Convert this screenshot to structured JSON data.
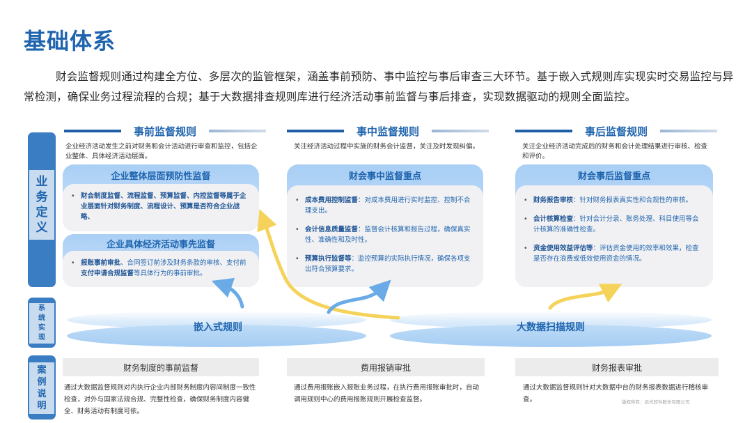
{
  "page": {
    "title": "基础体系",
    "intro": "财会监督规则通过构建全方位、多层次的监管框架，涵盖事前预防、事中监控与事后审查三大环节。基于嵌入式规则库实现实时交易监控与异常检测，确保业务过程流程的合规；基于大数据排查规则库进行经济活动事前监督与事后排查，实现数据驱动的规则全面监控。"
  },
  "side_tabs": {
    "definition": [
      "业",
      "务",
      "定",
      "义"
    ],
    "system": [
      "系",
      "统",
      "实",
      "现"
    ],
    "case": [
      "案",
      "例",
      "说",
      "明"
    ]
  },
  "columns": [
    {
      "header": "事前监督规则",
      "description": "企业经济活动发生之前对财务和会计活动进行审查和监控，包括企业整体、具体经济活动层面。",
      "cards": [
        {
          "title": "企业整体层面预防性监督",
          "bullets": [
            {
              "bold": "财会制度监督、流程监督、预算监督、内控监督等属于企业层面针对财务制度、流程设计、预算是否符合企业战略、",
              "text": ""
            }
          ]
        },
        {
          "title": "企业具体经济活动事先监督",
          "bullets": [
            {
              "bold": "报账事前审批",
              "text": "、合同签订前涉及财务条款的审核、支付前",
              "bold2": "支付申请合规监督",
              "text2": "等具体行为的事前审批。"
            }
          ]
        }
      ],
      "case": {
        "title": "财务制度的事前监督",
        "text": "通过大数据监督规则对内执行企业内部财务制度内容间制度一致性检查，对外与国家法规合规、完整性检查，确保财务制度内容健全、财务活动有制度可依。"
      }
    },
    {
      "header": "事中监督规则",
      "description": "关注经济活动过程中实施的财务会计监督，关注及时发现纠偏。",
      "cards": [
        {
          "title": "财会事中监督重点",
          "bullets": [
            {
              "bold": "成本费用控制监督",
              "text": "：对成本费用进行实时监控、控制不合理支出。"
            },
            {
              "bold": "会计信息质量监督",
              "text": "：监督会计核算和报告过程，确保真实性、准确性和及时性。"
            },
            {
              "bold": "预算执行监督等",
              "text": "：监控预算的实际执行情况，确保各项支出符合预算要求。"
            }
          ]
        }
      ],
      "case": {
        "title": "费用报销审批",
        "text": "通过费用报账嵌入报账业务过程，在执行费用报账审批时，自动调用规则中心的费用报账规则开展检查监督。"
      }
    },
    {
      "header": "事后监督规则",
      "description": "关注企业经济活动完成后的财务和会计处理结果进行审核、检查和评价。",
      "cards": [
        {
          "title": "财会事后监督重点",
          "bullets": [
            {
              "bold": "财务报告审核",
              "text": "：针对财务报表真实性和合规性的审核。"
            },
            {
              "bold": "会计核算检查",
              "text": "：针对会计分录、账务处理、科目使用等会计核算的准确性检查。"
            },
            {
              "bold": "资金使用效益评估等",
              "text": "：评估资金使用的效率和效果，检查是否存在浪费或低效使用资金的情况。"
            }
          ]
        }
      ],
      "case": {
        "title": "财务报表审批",
        "text": "通过大数据监督规则针对大数据中台的财务报表数据进行稽核审查。"
      }
    }
  ],
  "system": {
    "embedded": "嵌入式规则",
    "bigdata": "大数据扫描规则"
  },
  "footer": {
    "copyright": "版权所有：远光软件股份有限公司"
  },
  "colors": {
    "brand_blue": "#1f64ae",
    "tab_blue": "#3b7dc2",
    "arrow_yellow": "#f5d35a",
    "arrow_blue": "#6aaae6"
  }
}
